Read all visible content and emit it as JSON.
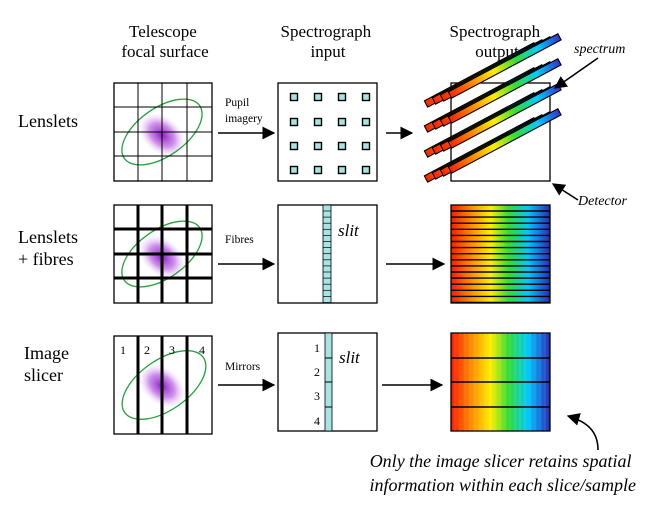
{
  "headers": {
    "col1": [
      "Telescope",
      "focal surface"
    ],
    "col2": [
      "Spectrograph",
      "input"
    ],
    "col3": [
      "Spectrograph",
      "output"
    ]
  },
  "rows": {
    "lenslets": {
      "label": [
        "Lenslets"
      ],
      "arrow_label": [
        "Pupil",
        "imagery"
      ]
    },
    "fibres": {
      "label": [
        "Lenslets",
        "+ fibres"
      ],
      "arrow_label": [
        "Fibres"
      ],
      "slit_label": "slit"
    },
    "slicer": {
      "label": [
        "Image",
        "slicer"
      ],
      "arrow_label": [
        "Mirrors"
      ],
      "slit_label": "slit",
      "slice_numbers": [
        "1",
        "2",
        "3",
        "4"
      ]
    }
  },
  "annotations": {
    "spectrum": "spectrum",
    "detector": "Detector",
    "note": [
      "Only the image slicer retains spatial",
      "information within each slice/sample"
    ]
  },
  "colors": {
    "lenslet_square": "#a8e4e4",
    "slit": "#a8e4e4",
    "psf_center": "#8a1fc4",
    "ellipse": "#22a43a",
    "spectrum_gradient": [
      "#ff2200",
      "#ff8800",
      "#ffee00",
      "#33dd33",
      "#00ccff",
      "#3333cc"
    ]
  }
}
